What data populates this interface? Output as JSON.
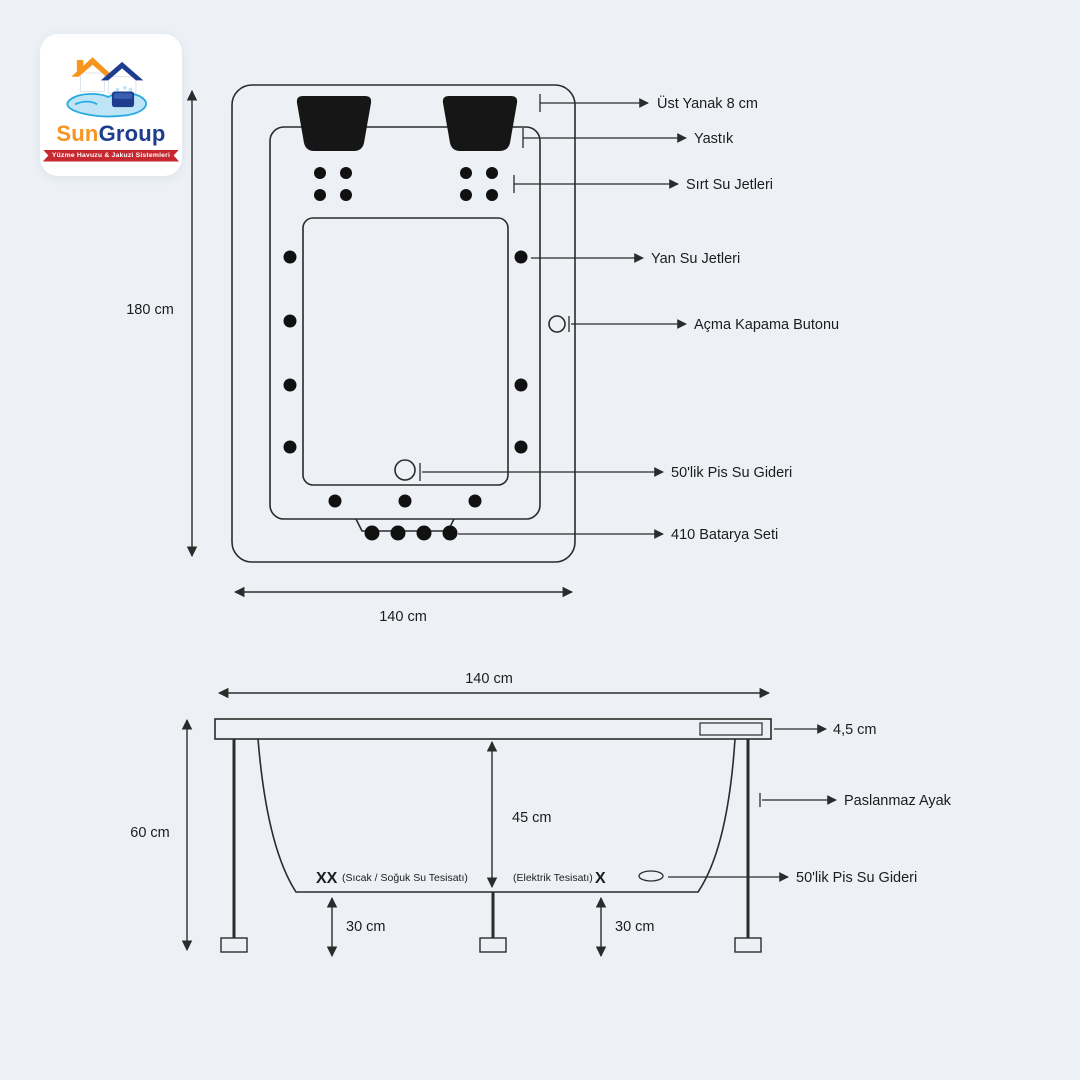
{
  "background_color": "#edf1f6",
  "logo": {
    "brand_first": "Sun",
    "brand_second": "Group",
    "tagline": "Yüzme Havuzu & Jakuzi Sistemleri"
  },
  "top_view": {
    "dim_height": "180 cm",
    "dim_width": "140 cm",
    "labels": {
      "ust_yanak": "Üst Yanak 8 cm",
      "yastik": "Yastık",
      "sirt_su_jetleri": "Sırt Su Jetleri",
      "yan_su_jetleri": "Yan Su Jetleri",
      "acma_kapama": "Açma Kapama Butonu",
      "pis_su_gideri": "50'lik Pis Su Gideri",
      "batarya_seti": "410 Batarya Seti"
    }
  },
  "side_view": {
    "dim_width": "140 cm",
    "dim_rim": "4,5 cm",
    "dim_height": "60 cm",
    "dim_depth": "45 cm",
    "dim_clearance_left": "30 cm",
    "dim_clearance_right": "30 cm",
    "labels": {
      "paslanmaz_ayak": "Paslanmaz Ayak",
      "pis_su_gideri": "50'lik Pis Su Gideri",
      "water_mark": "XX",
      "water_note": "(Sıcak / Soğuk Su Tesisatı)",
      "electric_note": "(Elektrik Tesisatı)",
      "electric_mark": "X"
    }
  }
}
